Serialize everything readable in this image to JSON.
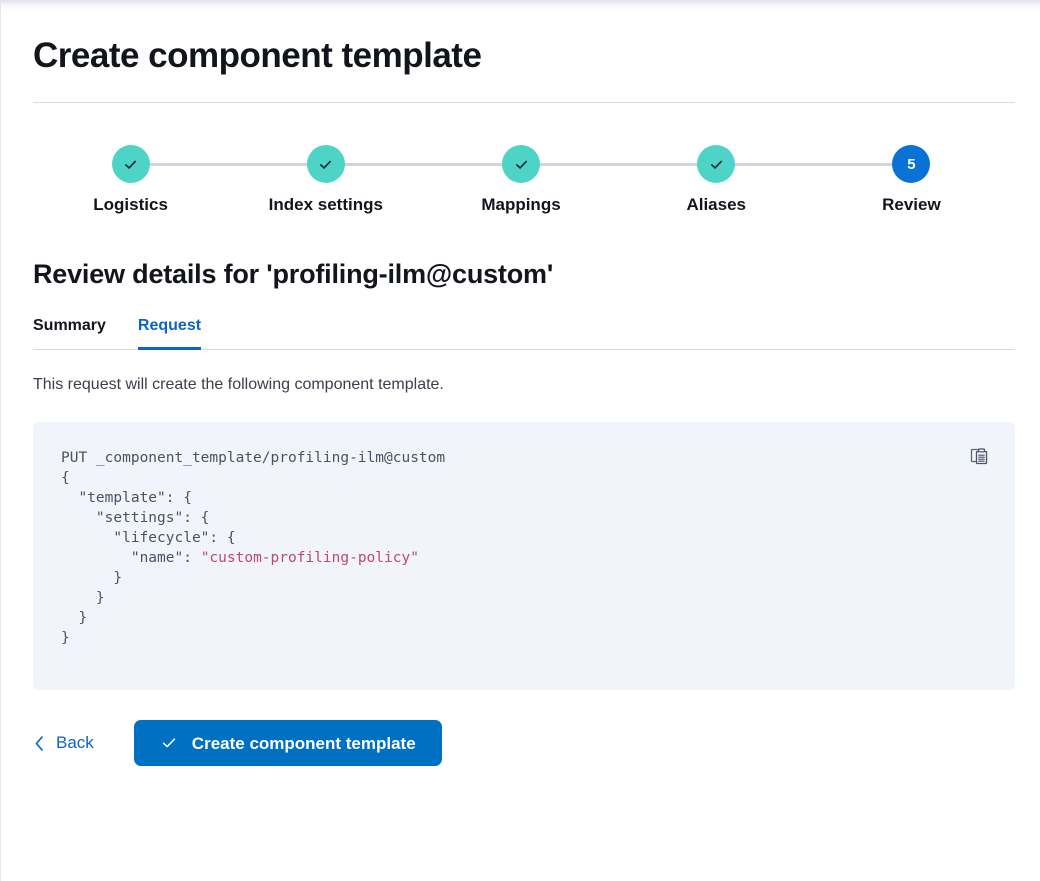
{
  "header": {
    "title": "Create component template"
  },
  "stepper": {
    "steps": [
      {
        "label": "Logistics",
        "state": "done",
        "number": "1",
        "icon": "check-icon"
      },
      {
        "label": "Index settings",
        "state": "done",
        "number": "2",
        "icon": "check-icon"
      },
      {
        "label": "Mappings",
        "state": "done",
        "number": "3",
        "icon": "check-icon"
      },
      {
        "label": "Aliases",
        "state": "done",
        "number": "4",
        "icon": "check-icon"
      },
      {
        "label": "Review",
        "state": "current",
        "number": "5",
        "icon": ""
      }
    ],
    "colors": {
      "done": "#4dd4c6",
      "current": "#0b72d5",
      "connector": "#cfd4e0"
    }
  },
  "review": {
    "heading": "Review details for 'profiling-ilm@custom'",
    "tabs": [
      {
        "label": "Summary",
        "active": false
      },
      {
        "label": "Request",
        "active": true
      }
    ],
    "intro": "This request will create the following component template.",
    "accent_color": "#0b64c6"
  },
  "code": {
    "copy_icon": "copy-clipboard-icon",
    "background": "#f1f4fa",
    "lines": [
      {
        "text": "PUT _component_template/profiling-ilm@custom",
        "type": "plain"
      },
      {
        "text": "{",
        "type": "plain"
      },
      {
        "text": "  \"template\": {",
        "type": "plain"
      },
      {
        "text": "    \"settings\": {",
        "type": "plain"
      },
      {
        "text": "      \"lifecycle\": {",
        "type": "plain"
      },
      {
        "prefix": "        \"name\": ",
        "value": "\"custom-profiling-policy\"",
        "type": "string"
      },
      {
        "text": "      }",
        "type": "plain"
      },
      {
        "text": "    }",
        "type": "plain"
      },
      {
        "text": "  }",
        "type": "plain"
      },
      {
        "text": "}",
        "type": "plain"
      }
    ],
    "string_color": "#bd4a6e"
  },
  "actions": {
    "back_label": "Back",
    "back_icon": "chevron-left-icon",
    "submit_label": "Create component template",
    "submit_icon": "check-icon",
    "submit_color": "#0071c2"
  }
}
